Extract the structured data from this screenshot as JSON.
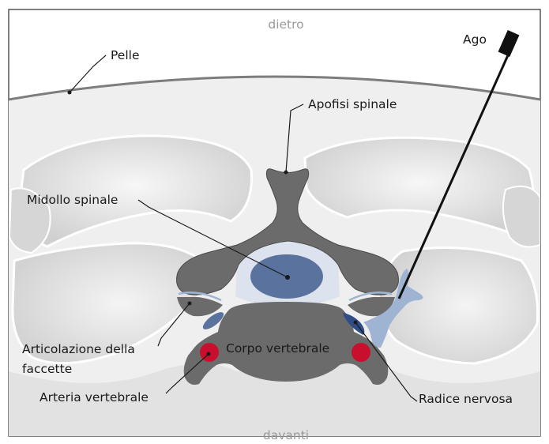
{
  "labels": {
    "top": "dietro",
    "bottom": "davanti",
    "skin": "Pelle",
    "needle": "Ago",
    "spinous_process": "Apofisi spinale",
    "spinal_cord": "Midollo spinale",
    "facet_joint_line1": "Articolazione della",
    "facet_joint_line2": "faccette",
    "vertebral_body": "Corpo vertebrale",
    "vertebral_artery": "Arteria vertebrale",
    "nerve_root": "Radice nervosa"
  },
  "colors": {
    "bone": "#6b6b6b",
    "tissue": "#efefef",
    "muscle": "#dcdcdc",
    "spinal_cord": "#5a739e",
    "dura": "#dde3ee",
    "nerve": "#2f4d86",
    "artery": "#c8102e",
    "skin_line": "#7d7d7d"
  },
  "icons": {
    "needle": "needle-icon"
  }
}
